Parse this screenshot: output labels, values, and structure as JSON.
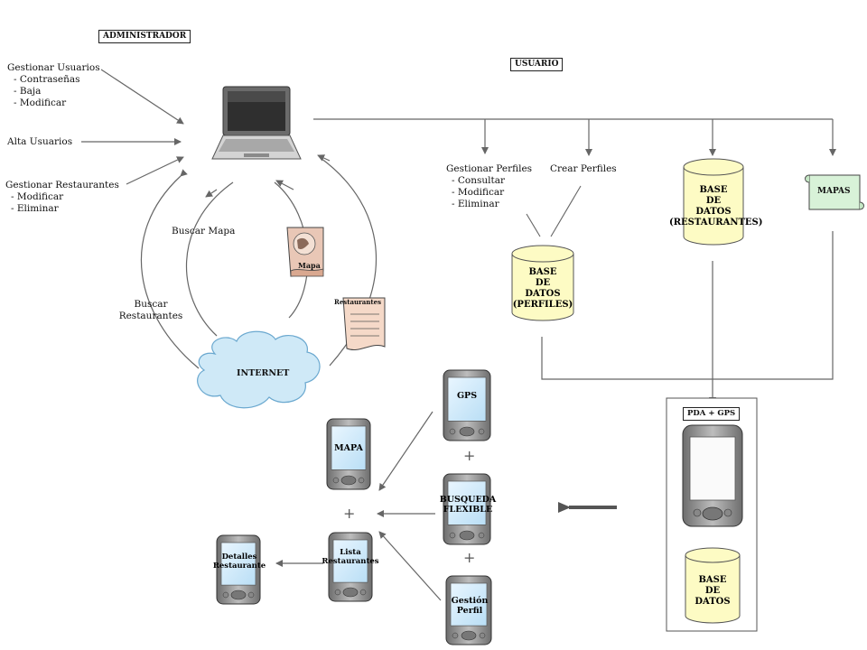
{
  "roles": {
    "admin": "ADMINISTRADOR",
    "user": "USUARIO"
  },
  "admin_actions": {
    "gestionar_usuarios": "Gestionar Usuarios",
    "gu_items": [
      "- Contraseñas",
      "- Baja",
      "- Modificar"
    ],
    "alta_usuarios": "Alta Usuarios",
    "gestionar_restaurantes": "Gestionar Restaurantes",
    "gr_items": [
      "- Modificar",
      "- Eliminar"
    ]
  },
  "cycle": {
    "buscar_mapa": "Buscar Mapa",
    "buscar_restaurantes_1": "Buscar",
    "buscar_restaurantes_2": "Restaurantes",
    "internet": "INTERNET",
    "mapa_doc": "Mapa",
    "restaurantes_doc": "Restaurantes"
  },
  "user_actions": {
    "gestionar_perfiles": "Gestionar Perfiles",
    "gp_items": [
      "- Consultar",
      "- Modificar",
      "- Eliminar"
    ],
    "crear_perfiles": "Crear Perfiles",
    "mapas": "MAPAS"
  },
  "databases": {
    "restaurantes": [
      "BASE",
      "DE",
      "DATOS",
      "(RESTAURANTES)"
    ],
    "perfiles": [
      "BASE",
      "DE",
      "DATOS",
      "(PERFILES)"
    ],
    "pda": [
      "BASE",
      "DE",
      "DATOS"
    ]
  },
  "pda_box": {
    "title": "PDA + GPS"
  },
  "pdas": {
    "gps": "GPS",
    "busqueda_1": "BUSQUEDA",
    "busqueda_2": "FLEXIBLE",
    "gestion_1": "Gestión",
    "gestion_2": "Perfil",
    "mapa": "MAPA",
    "lista_1": "Lista",
    "lista_2": "Restaurantes",
    "detalles_1": "Detalles",
    "detalles_2": "Restaurante"
  },
  "plus": "+"
}
